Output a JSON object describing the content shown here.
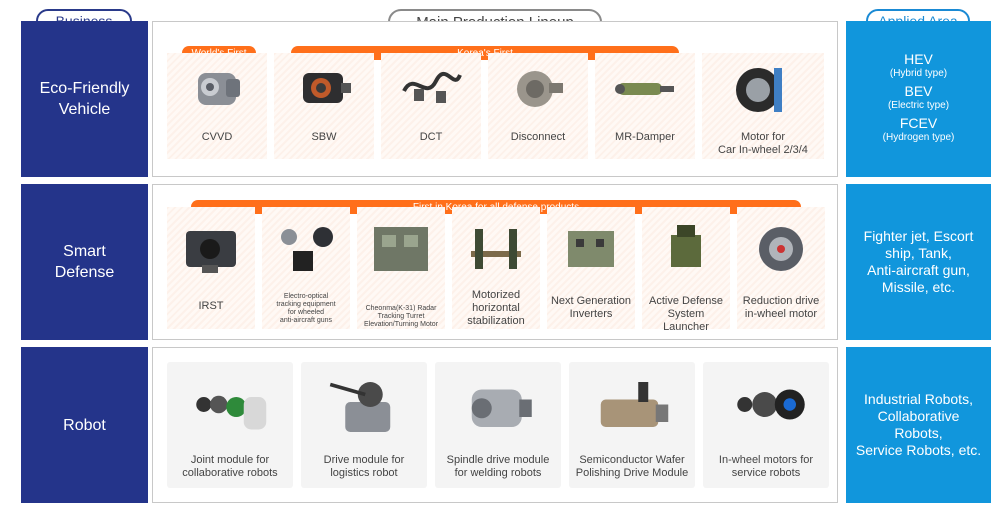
{
  "header": {
    "business": "Business",
    "lineup": "Main Production Lineup",
    "applied": "Applied Area"
  },
  "business": {
    "eco": "Eco-Friendly\nVehicle",
    "defense": "Smart\nDefense",
    "robot": "Robot"
  },
  "eco": {
    "bar_world": "World's First",
    "bar_korea": "Korea's First",
    "products": [
      {
        "label": "CVVD",
        "icon": "cvvd-icon"
      },
      {
        "label": "SBW",
        "icon": "sbw-icon"
      },
      {
        "label": "DCT",
        "icon": "dct-icon"
      },
      {
        "label": "Disconnect",
        "icon": "disconnect-icon"
      },
      {
        "label": "MR-Damper",
        "icon": "mr-damper-icon"
      },
      {
        "label": "Motor for\nCar In-wheel 2/3/4",
        "icon": "in-wheel-motor-icon"
      }
    ]
  },
  "defense": {
    "bar": "First in Korea for all defense products",
    "products": [
      {
        "label": "IRST",
        "icon": "irst-icon"
      },
      {
        "label": "Electro-optical\ntracking equipment\nfor wheeled\nanti-aircraft guns",
        "icon": "electro-optical-icon"
      },
      {
        "label": "Cheonma(K-31) Radar\nTracking Turret\nElevation/Turning Motor",
        "icon": "radar-turret-icon"
      },
      {
        "label": "Motorized\nhorizontal\nstabilization",
        "icon": "stabilization-icon"
      },
      {
        "label": "Next Generation\nInverters",
        "icon": "inverter-icon"
      },
      {
        "label": "Active Defense\nSystem Launcher",
        "icon": "launcher-icon"
      },
      {
        "label": "Reduction drive\nin-wheel motor",
        "icon": "reduction-drive-icon"
      }
    ]
  },
  "robot": {
    "products": [
      {
        "label": "Joint module for\ncollaborative robots",
        "icon": "joint-module-icon"
      },
      {
        "label": "Drive module for\nlogistics robot",
        "icon": "drive-module-icon"
      },
      {
        "label": "Spindle drive module\nfor welding robots",
        "icon": "spindle-drive-icon"
      },
      {
        "label": "Semiconductor Wafer\nPolishing Drive Module",
        "icon": "wafer-polishing-icon"
      },
      {
        "label": "In-wheel motors for\nservice robots",
        "icon": "robot-in-wheel-icon"
      }
    ]
  },
  "applied": {
    "eco": [
      {
        "name": "HEV",
        "type": "(Hybrid type)"
      },
      {
        "name": "BEV",
        "type": "(Electric type)"
      },
      {
        "name": "FCEV",
        "type": "(Hydrogen type)"
      }
    ],
    "defense": "Fighter jet, Escort\nship, Tank,\nAnti-aircraft gun,\nMissile, etc.",
    "robot": "Industrial Robots,\nCollaborative\nRobots,\nService Robots, etc."
  },
  "colors": {
    "navy": "#24348a",
    "blue": "#1196dc",
    "orange": "#ff6f1a"
  }
}
